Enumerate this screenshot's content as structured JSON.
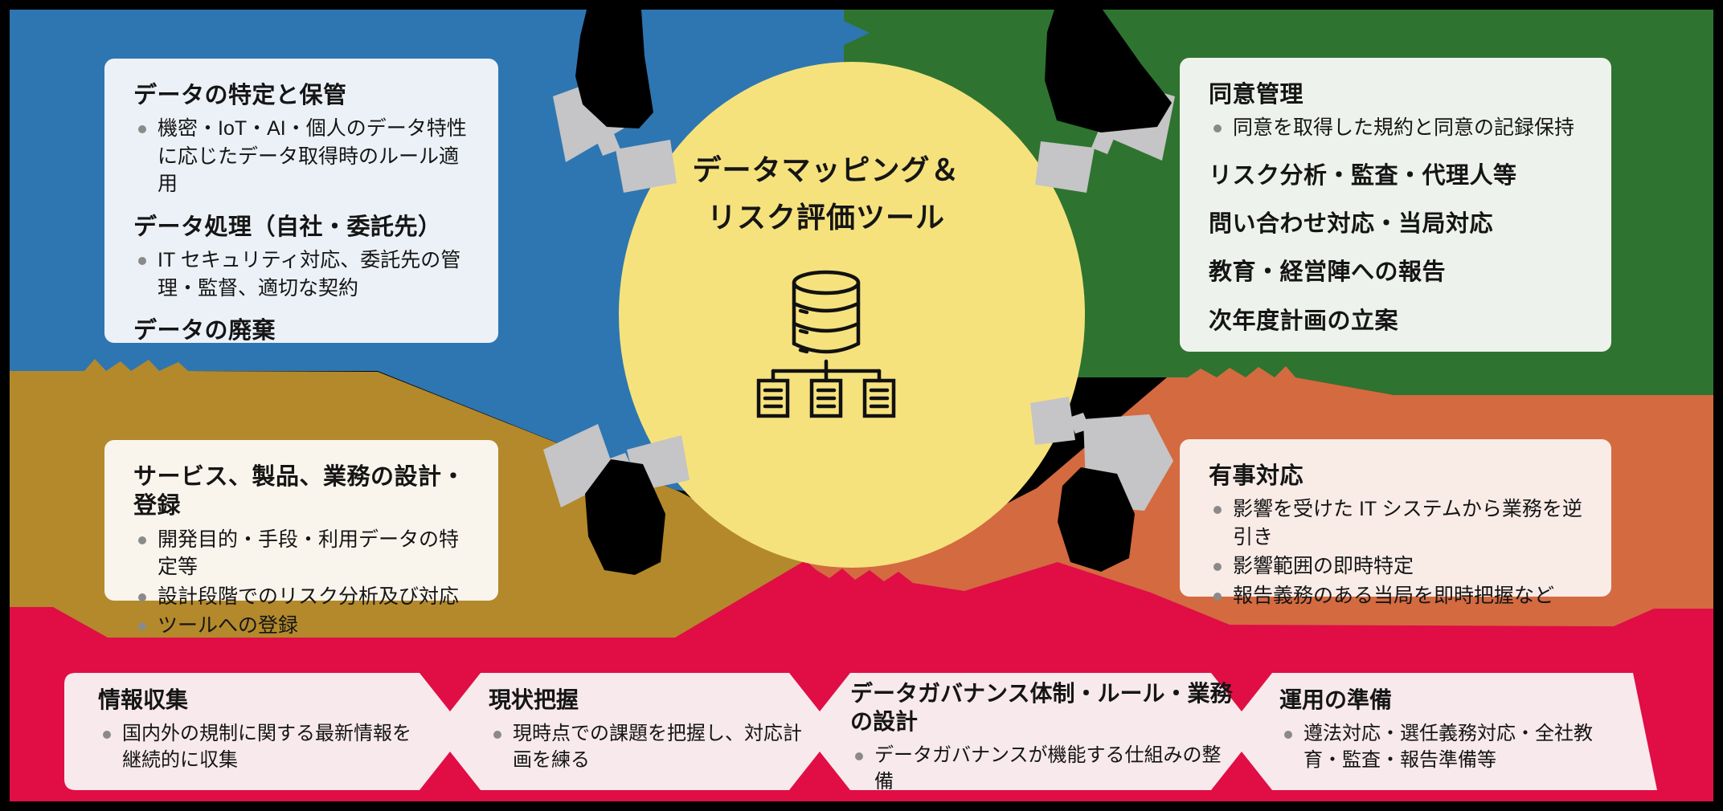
{
  "diagram": {
    "type": "data-governance-cycle",
    "center": {
      "title_line1": "データマッピング＆",
      "title_line2": "リスク評価ツール",
      "icons": [
        "database-icon",
        "document-icon",
        "document-icon",
        "document-icon"
      ]
    },
    "quadrants": {
      "top_left": {
        "color_name": "blue",
        "sections": [
          {
            "title": "データの特定と保管",
            "bullets": [
              "機密・IoT・AI・個人のデータ特性に応じたデータ取得時のルール適用"
            ]
          },
          {
            "title": "データ処理（自社・委託先）",
            "bullets": [
              "IT セキュリティ対応、委託先の管理・監督、適切な契約"
            ]
          },
          {
            "title": "データの廃棄",
            "bullets": []
          }
        ]
      },
      "top_right": {
        "color_name": "green",
        "sections": [
          {
            "title": "同意管理",
            "bullets": [
              "同意を取得した規約と同意の記録保持"
            ]
          },
          {
            "title": "リスク分析・監査・代理人等",
            "bullets": []
          },
          {
            "title": "問い合わせ対応・当局対応",
            "bullets": []
          },
          {
            "title": "教育・経営陣への報告",
            "bullets": []
          },
          {
            "title": "次年度計画の立案",
            "bullets": []
          }
        ]
      },
      "bottom_left": {
        "color_name": "gold",
        "sections": [
          {
            "title": "サービス、製品、業務の設計・登録",
            "bullets": [
              "開発目的・手段・利用データの特定等",
              "設計段階でのリスク分析及び対応",
              "ツールへの登録"
            ]
          }
        ]
      },
      "bottom_right": {
        "color_name": "orange",
        "sections": [
          {
            "title": "有事対応",
            "bullets": [
              "影響を受けた IT システムから業務を逆引き",
              "影響範囲の即時特定",
              "報告義務のある当局を即時把握など"
            ]
          }
        ]
      }
    },
    "process_steps": [
      {
        "title": "情報収集",
        "bullets": [
          "国内外の規制に関する最新情報を継続的に収集"
        ]
      },
      {
        "title": "現状把握",
        "bullets": [
          "現時点での課題を把握し、対応計画を練る"
        ]
      },
      {
        "title": "データガバナンス体制・ルール・業務の設計",
        "bullets": [
          "データガバナンスが機能する仕組みの整備"
        ]
      },
      {
        "title": "運用の準備",
        "bullets": [
          "遵法対応・選任義務対応・全社教育・監査・報告準備等"
        ]
      }
    ],
    "colors": {
      "blue": "#2e76b1",
      "green": "#2e7430",
      "gold": "#b3892b",
      "orange": "#d46a40",
      "red": "#e00e45",
      "circle_yellow": "#f6e27d",
      "arrow_gray": "#c5c4c6",
      "band_card_pink": "#f8e9ec",
      "frame_black": "#000000"
    }
  }
}
